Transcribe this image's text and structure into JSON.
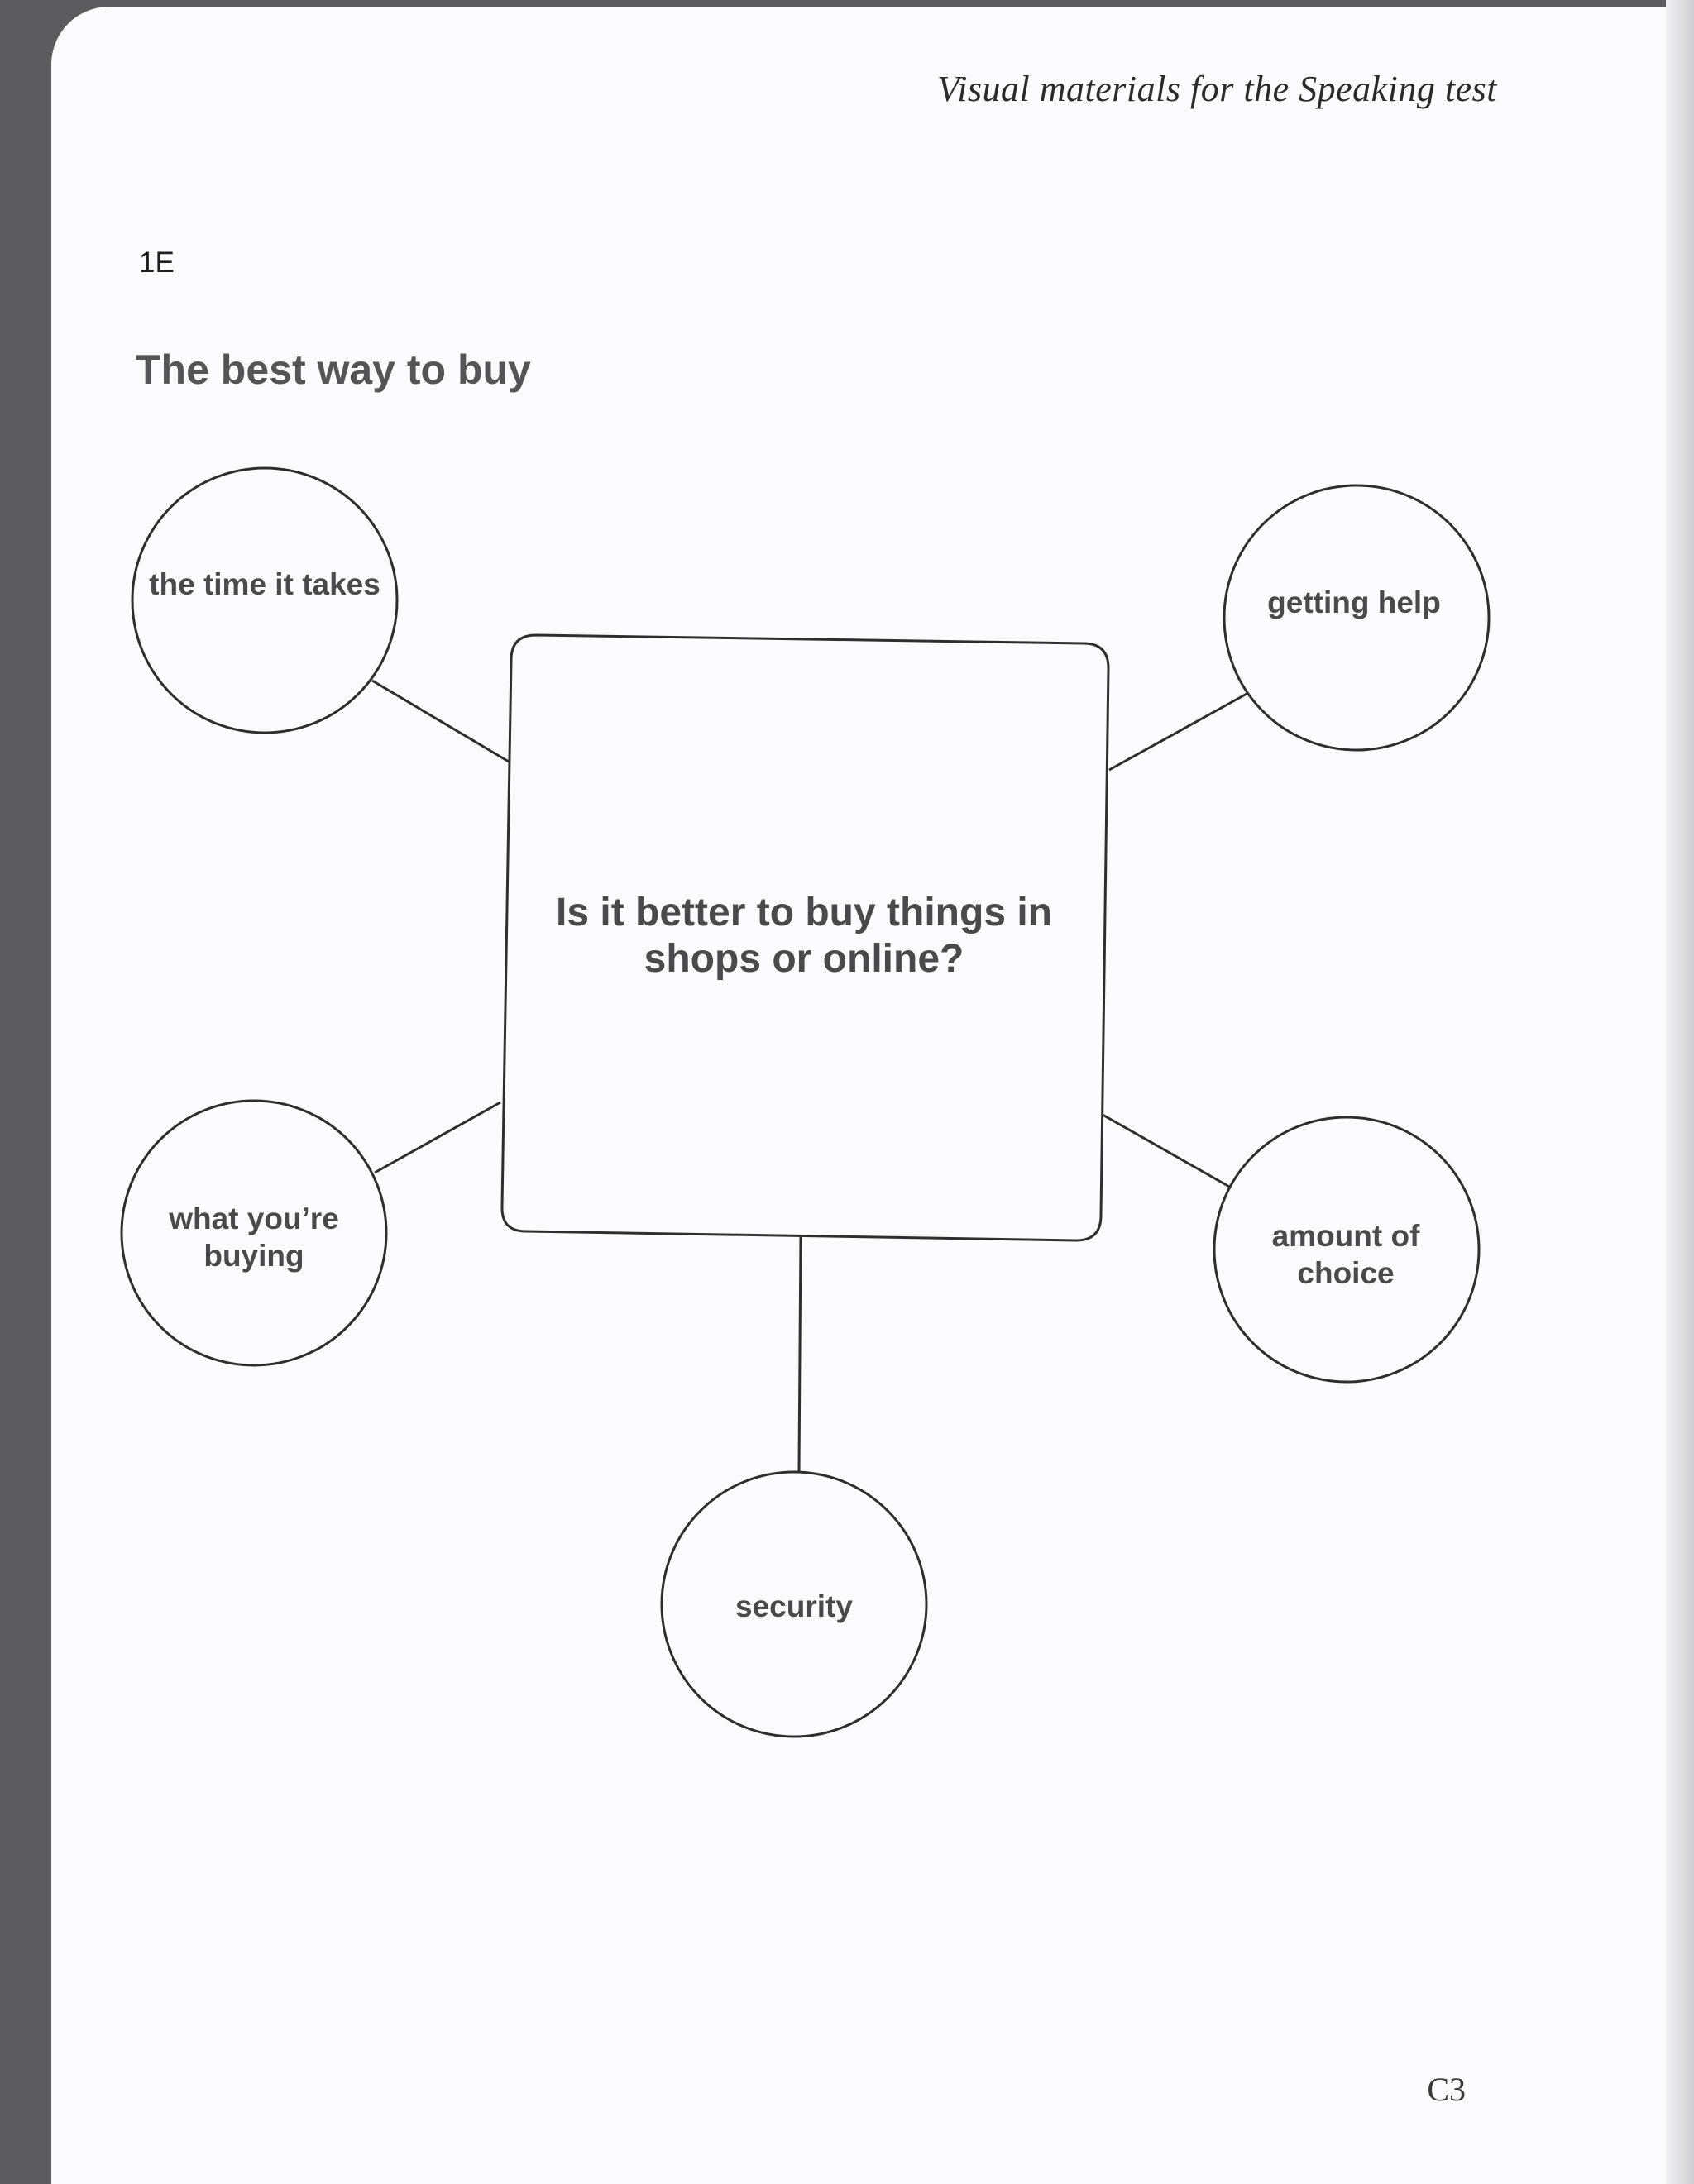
{
  "header": {
    "running_title": "Visual materials for the Speaking test",
    "section_label": "1E",
    "section_title": "The best way to buy",
    "page_number": "C3"
  },
  "diagram": {
    "central_question": "Is it better to buy things in shops or online?",
    "prompts": {
      "top_left": "the time it takes",
      "top_right": "getting help",
      "bottom_left": "what you’re buying",
      "bottom_right": "amount of choice",
      "bottom": "security"
    }
  }
}
